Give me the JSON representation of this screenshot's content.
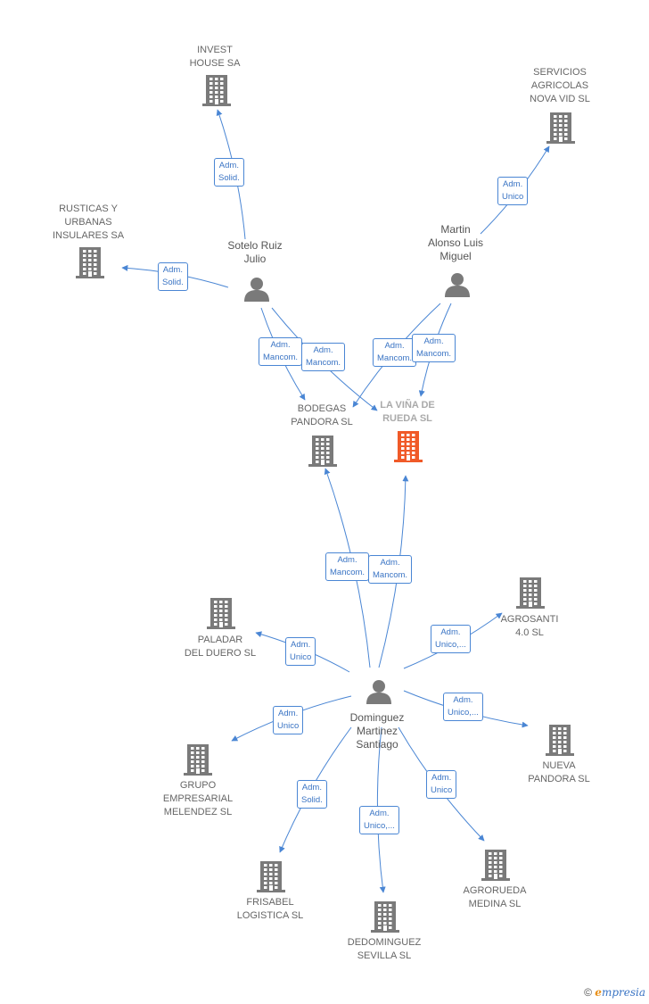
{
  "colors": {
    "edge": "#4a86d4",
    "building": "#7a7a7a",
    "focal_building": "#f05a28",
    "person": "#7a7a7a"
  },
  "companies": [
    {
      "id": "invest",
      "label": "INVEST\nHOUSE SA",
      "icon": "building-icon"
    },
    {
      "id": "servicios",
      "label": "SERVICIOS\nAGRICOLAS\nNOVA VID SL",
      "icon": "building-icon"
    },
    {
      "id": "rusticas",
      "label": "RUSTICAS Y\nURBANAS\nINSULARES SA",
      "icon": "building-icon"
    },
    {
      "id": "bodegas",
      "label": "BODEGAS\nPANDORA SL",
      "icon": "building-icon"
    },
    {
      "id": "lavina",
      "label": "LA VIÑA DE\nRUEDA SL",
      "icon": "building-icon",
      "focal": true
    },
    {
      "id": "paladar",
      "label": "PALADAR\nDEL DUERO SL",
      "icon": "building-icon"
    },
    {
      "id": "agrosanti",
      "label": "AGROSANTI\n4.0 SL",
      "icon": "building-icon"
    },
    {
      "id": "nueva",
      "label": "NUEVA\nPANDORA SL",
      "icon": "building-icon"
    },
    {
      "id": "grupo",
      "label": "GRUPO\nEMPRESARIAL\nMELENDEZ SL",
      "icon": "building-icon"
    },
    {
      "id": "frisabel",
      "label": "FRISABEL\nLOGISTICA SL",
      "icon": "building-icon"
    },
    {
      "id": "dedominguez",
      "label": "DEDOMINGUEZ\nSEVILLA SL",
      "icon": "building-icon"
    },
    {
      "id": "agrorueda",
      "label": "AGRORUEDA\nMEDINA SL",
      "icon": "building-icon"
    }
  ],
  "people": [
    {
      "id": "sotelo",
      "label": "Sotelo Ruiz\nJulio",
      "icon": "person-icon"
    },
    {
      "id": "martin",
      "label": "Martin\nAlonso Luis\nMiguel",
      "icon": "person-icon"
    },
    {
      "id": "dominguez",
      "label": "Dominguez\nMartinez\nSantiago",
      "icon": "person-icon"
    }
  ],
  "edges": [
    {
      "from": "sotelo",
      "to": "invest",
      "label": "Adm.\nSolid."
    },
    {
      "from": "sotelo",
      "to": "rusticas",
      "label": "Adm.\nSolid."
    },
    {
      "from": "sotelo",
      "to": "bodegas",
      "label": "Adm.\nMancom."
    },
    {
      "from": "sotelo",
      "to": "lavina",
      "label": "Adm.\nMancom."
    },
    {
      "from": "martin",
      "to": "servicios",
      "label": "Adm.\nUnico"
    },
    {
      "from": "martin",
      "to": "bodegas",
      "label": "Adm.\nMancom."
    },
    {
      "from": "martin",
      "to": "lavina",
      "label": "Adm.\nMancom."
    },
    {
      "from": "dominguez",
      "to": "bodegas",
      "label": "Adm.\nMancom."
    },
    {
      "from": "dominguez",
      "to": "lavina",
      "label": "Adm.\nMancom."
    },
    {
      "from": "dominguez",
      "to": "paladar",
      "label": "Adm.\nUnico"
    },
    {
      "from": "dominguez",
      "to": "agrosanti",
      "label": "Adm.\nUnico,..."
    },
    {
      "from": "dominguez",
      "to": "nueva",
      "label": "Adm.\nUnico,..."
    },
    {
      "from": "dominguez",
      "to": "grupo",
      "label": "Adm.\nUnico"
    },
    {
      "from": "dominguez",
      "to": "frisabel",
      "label": "Adm.\nSolid."
    },
    {
      "from": "dominguez",
      "to": "dedominguez",
      "label": "Adm.\nUnico,..."
    },
    {
      "from": "dominguez",
      "to": "agrorueda",
      "label": "Adm.\nUnico"
    }
  ],
  "footer": {
    "copyright": "©",
    "brand_initial": "e",
    "brand_rest": "mpresia"
  }
}
